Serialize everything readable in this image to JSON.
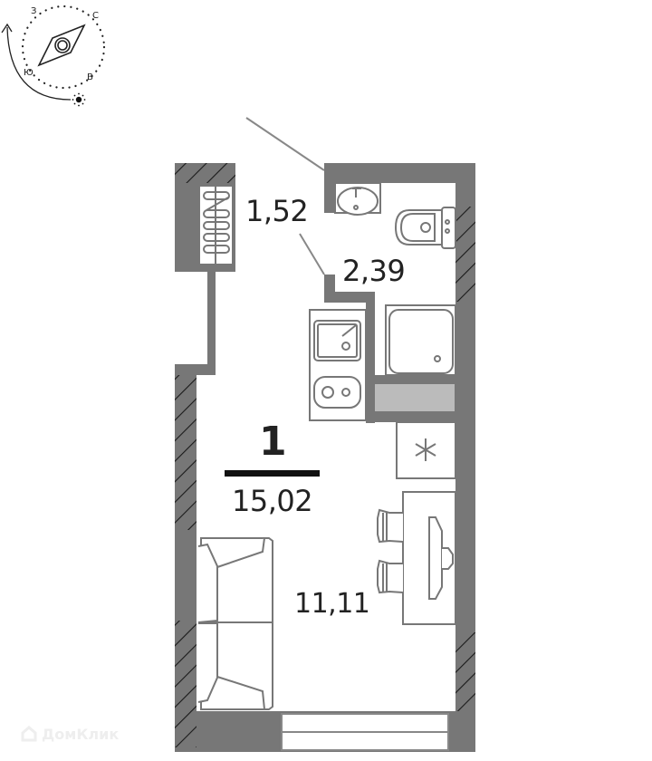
{
  "compass": {
    "north": "С",
    "west": "З",
    "south": "Ю",
    "east": "В",
    "icons": [
      "compass-needle-icon",
      "sun-icon",
      "rotation-arrow-icon"
    ]
  },
  "rooms": {
    "hallway_area": "1,52",
    "bathroom_area": "2,39",
    "living_area": "11,11",
    "room_count": "1",
    "total_area": "15,02"
  },
  "fixtures": [
    "radiator",
    "washbasin",
    "toilet",
    "shower-tray",
    "kitchen-sink",
    "cooktop",
    "fridge",
    "desk",
    "chairs",
    "monitor",
    "sofa",
    "window",
    "balcony-door"
  ],
  "colors": {
    "wall": "#777777",
    "wall_light": "#bbbbbb",
    "fixture_stroke": "#777777",
    "text": "#222222",
    "hatch": "#1a1a1a"
  },
  "watermark": {
    "text": "ДомКлик"
  }
}
